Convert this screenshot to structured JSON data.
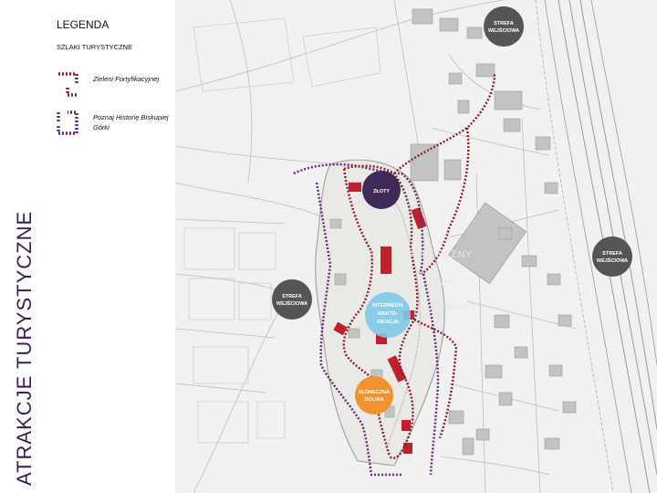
{
  "sidebar": {
    "vertical_title": "ATRAKCJE TURYSTYCZNE"
  },
  "legend": {
    "title": "LEGENDA",
    "subtitle": "SZLAKI TURYSTYCZNE",
    "items": [
      {
        "label": "Zieleni Fortyfikacyjnej",
        "color": "#8b2230",
        "icon": "dotted-route-symbol"
      },
      {
        "label": "Poznaj Historię Biskupiej Górki",
        "color": "#6a2a7a",
        "icon": "dotted-route-symbol"
      }
    ]
  },
  "map": {
    "badges": [
      {
        "lines": [
          "STREFA",
          "WEJŚCIOWA"
        ],
        "color": "#555555"
      },
      {
        "lines": [
          "STREFA",
          "WEJŚCIOWA"
        ],
        "color": "#555555"
      },
      {
        "lines": [
          "STREFA",
          "WEJŚCIOWA"
        ],
        "color": "#555555"
      },
      {
        "lines": [
          "ZŁOTY"
        ],
        "color": "#3d2a58"
      },
      {
        "lines": [
          "INTERMEDIA",
          "WEKTO-",
          "FIKACJA"
        ],
        "color": "#7fc8e6"
      },
      {
        "lines": [
          "SŁONECZNA",
          "DOLINA"
        ],
        "color": "#f0922e"
      }
    ],
    "park_label": [
      "FORTECZNY",
      "PARK",
      "KULTUROWY"
    ],
    "colors": {
      "route_fortification": "#8b2230",
      "route_history": "#6a2a7a",
      "building_highlight": "#c0202c"
    }
  }
}
